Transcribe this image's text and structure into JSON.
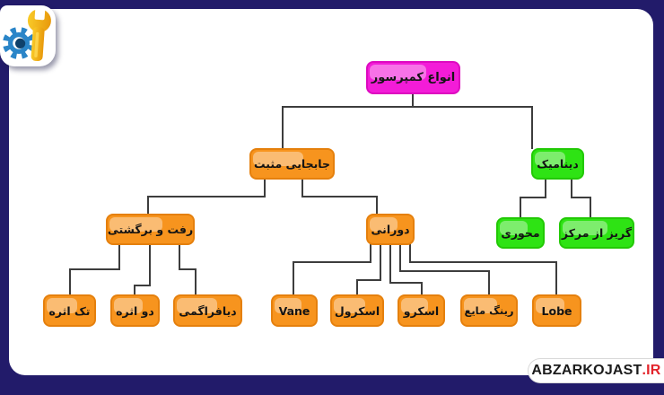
{
  "diagram": {
    "title_node": "انواع کمپرسور",
    "root": {
      "label": "انواع کمپرسور",
      "color": "magenta",
      "children": [
        {
          "label": "جابجایی مثبت",
          "color": "orange",
          "children": [
            {
              "label": "رفت و برگشتی",
              "color": "orange",
              "children": [
                {
                  "label": "تک اثره",
                  "color": "orange"
                },
                {
                  "label": "دو اثره",
                  "color": "orange"
                },
                {
                  "label": "دیافراگمی",
                  "color": "orange"
                }
              ]
            },
            {
              "label": "دورانی",
              "color": "orange",
              "children": [
                {
                  "label": "Vane",
                  "color": "orange"
                },
                {
                  "label": "اسکرول",
                  "color": "orange"
                },
                {
                  "label": "اسکرو",
                  "color": "orange"
                },
                {
                  "label": "رینگ مایع",
                  "color": "orange"
                },
                {
                  "label": "Lobe",
                  "color": "orange"
                }
              ]
            }
          ]
        },
        {
          "label": "دینامیک",
          "color": "green",
          "children": [
            {
              "label": "محوری",
              "color": "green"
            },
            {
              "label": "گریز از مرکز",
              "color": "green"
            }
          ]
        }
      ]
    },
    "colors": {
      "node_magenta": "#f31cd8",
      "node_orange": "#f7941e",
      "node_green": "#2ee314",
      "connector": "#3d3d3d",
      "frame_navy": "#221b6a",
      "background": "#ffffff"
    }
  },
  "logo": {
    "icon": "gear-and-wrench-icon",
    "gear_color": "#2a85c8",
    "wrench_color": "#f2b01a"
  },
  "watermark": {
    "brand": "ABZARKOJAST",
    "tld": ".IR",
    "tld_color": "#e3242b"
  }
}
